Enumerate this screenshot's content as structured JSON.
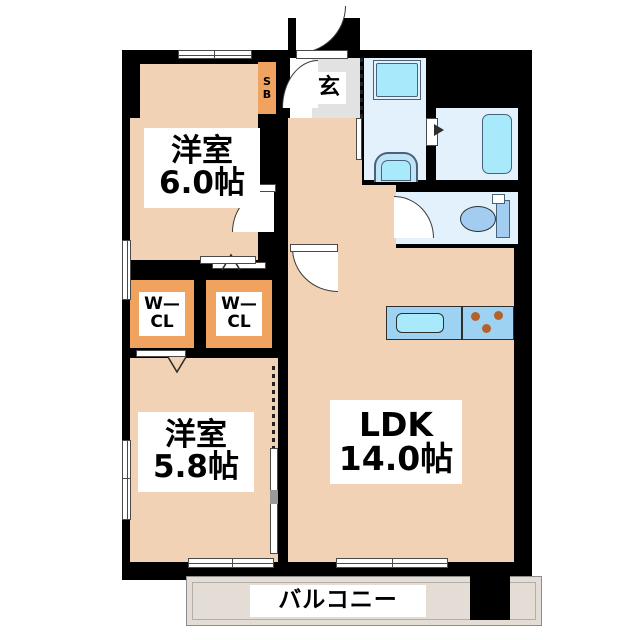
{
  "plan": {
    "type": "japanese-floor-plan",
    "rooms": [
      {
        "id": "washitsu_top",
        "name_line1": "洋室",
        "name_line2": "6.0帖",
        "area_jo": 6.0,
        "label": "洋室 6.0帖"
      },
      {
        "id": "washitsu_bottom",
        "name_line1": "洋室",
        "name_line2": "5.8帖",
        "area_jo": 5.8,
        "label": "洋室 5.8帖"
      },
      {
        "id": "ldk",
        "name_line1": "LDK",
        "name_line2": "14.0帖",
        "area_jo": 14.0,
        "label": "LDK 14.0帖"
      }
    ],
    "entrance": {
      "label": "玄",
      "full_name": "玄関"
    },
    "shoe_box": {
      "line1": "S",
      "line2": "B",
      "label": "SB"
    },
    "closets": [
      {
        "id": "wcl_left",
        "line1": "W—",
        "line2": "CL",
        "label": "W—CL"
      },
      {
        "id": "wcl_right",
        "line1": "W—",
        "line2": "CL",
        "label": "W—CL"
      }
    ],
    "balcony": {
      "label": "バルコニー"
    },
    "fixtures": [
      {
        "name": "washing-machine-space"
      },
      {
        "name": "wash-basin"
      },
      {
        "name": "bathtub"
      },
      {
        "name": "toilet"
      },
      {
        "name": "kitchen-sink"
      },
      {
        "name": "gas-stove-3-burner",
        "burners": 3
      }
    ],
    "colors": {
      "wall": "#000000",
      "floor": "#f2d2b4",
      "closet": "#f0a35e",
      "water_area": "#e2f1fb",
      "fixture_blue": "#9ed2f2",
      "sink_cyan": "#a8eafb",
      "entry_floor": "#e2e2e2",
      "balcony": "#e3ddd6",
      "burner": "#b5622a",
      "text": "#000000"
    }
  }
}
